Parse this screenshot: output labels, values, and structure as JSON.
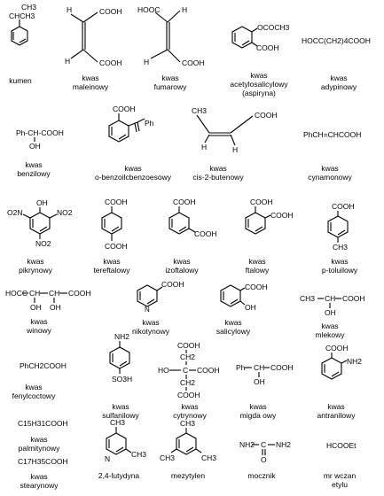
{
  "compounds": [
    {
      "key": "kumen",
      "name": [
        "kumen"
      ],
      "formula": [
        "CH3",
        "CHCH3"
      ]
    },
    {
      "key": "maleinowy",
      "name": [
        "kwas",
        "maleinowy"
      ],
      "formula": [
        "H",
        "COOH",
        "H",
        "COOH"
      ]
    },
    {
      "key": "fumarowy",
      "name": [
        "kwas",
        "fumarowy"
      ],
      "formula": [
        "HOOC",
        "H",
        "H",
        "COOH"
      ]
    },
    {
      "key": "aspiryna",
      "name": [
        "kwas",
        "acetylosalicylowy",
        "(aspiryna)"
      ],
      "formula": [
        "OCOCH3",
        "COOH"
      ]
    },
    {
      "key": "adypinowy",
      "name": [
        "kwas",
        "adypinowy"
      ],
      "formula": [
        "HOCC(CH2)4COOH"
      ]
    },
    {
      "key": "benzilowy",
      "name": [
        "kwas",
        "benzilowy"
      ],
      "formula": [
        "Ph-CH-COOH",
        "OH"
      ]
    },
    {
      "key": "benzoilobenzoesowy",
      "name": [
        "kwas",
        "o-benzoilcbenzoesowy"
      ],
      "formula": [
        "COOH",
        "Ph"
      ]
    },
    {
      "key": "butenowy",
      "name": [
        "kwas",
        "cis-2-butenowy"
      ],
      "formula": [
        "CH3",
        "COOH",
        "H",
        "H"
      ]
    },
    {
      "key": "cynamonowy",
      "name": [
        "kwas",
        "cynamonowy"
      ],
      "formula": [
        "PhCH=CHCOOH"
      ]
    },
    {
      "key": "pikrynowy",
      "name": [
        "kwas",
        "pikrynowy"
      ],
      "formula": [
        "OH",
        "O2N",
        "NO2",
        "NO2"
      ]
    },
    {
      "key": "tereftalowy",
      "name": [
        "kwas",
        "tereftalowy"
      ],
      "formula": [
        "COOH",
        "COOH"
      ]
    },
    {
      "key": "izoftalowy",
      "name": [
        "kwas",
        "izoftalowy"
      ],
      "formula": [
        "COOH",
        "COOH"
      ]
    },
    {
      "key": "ftalowy",
      "name": [
        "kwas",
        "ftalowy"
      ],
      "formula": [
        "COOH",
        "COOH"
      ]
    },
    {
      "key": "toluilowy",
      "name": [
        "kwas",
        "p-toluilowy"
      ],
      "formula": [
        "COOH",
        "CH3"
      ]
    },
    {
      "key": "winowy",
      "name": [
        "kwas",
        "winowy"
      ],
      "formula": [
        "HOCC",
        "CH",
        "CH",
        "COOH",
        "OH",
        "OH"
      ]
    },
    {
      "key": "nikotynowy",
      "name": [
        "kwas",
        "nikotynowy"
      ],
      "formula": [
        "COOH",
        "N"
      ]
    },
    {
      "key": "salicylowy",
      "name": [
        "kwas",
        "salicylowy"
      ],
      "formula": [
        "COOH",
        "OH"
      ]
    },
    {
      "key": "mlekowy",
      "name": [
        "kwas",
        "mlekowy"
      ],
      "formula": [
        "CH3",
        "CH",
        "COOH",
        "OH"
      ]
    },
    {
      "key": "fenylooctowy",
      "name": [
        "kwas",
        "fenylcoctowy"
      ],
      "formula": [
        "PhCH2COOH"
      ]
    },
    {
      "key": "sulfanilowy",
      "name": [
        "kwas",
        "sulfanilowy"
      ],
      "formula": [
        "NH2",
        "SO3H"
      ]
    },
    {
      "key": "cytrynowy",
      "name": [
        "kwas",
        "cytrynowy"
      ],
      "formula": [
        "COOH",
        "CH2",
        "HO",
        "C",
        "COOH",
        "CH2",
        "COOH"
      ]
    },
    {
      "key": "migdalowy",
      "name": [
        "kwas",
        "migda owy"
      ],
      "formula": [
        "Ph",
        "CH",
        "COOH",
        "OH"
      ]
    },
    {
      "key": "antranilowy",
      "name": [
        "kwas",
        "antranilowy"
      ],
      "formula": [
        "COOH",
        "NH2"
      ]
    },
    {
      "key": "palmitynowy",
      "name": [
        "kwas",
        "palmitynowy"
      ],
      "formula": [
        "C15H31COOH"
      ]
    },
    {
      "key": "stearynowy",
      "name": [
        "kwas",
        "stearynowy"
      ],
      "formula": [
        "C17H35COOH"
      ]
    },
    {
      "key": "lutydyna",
      "name": [
        "2,4-lutydyna"
      ],
      "formula": [
        "CH3",
        "N",
        "CH3"
      ]
    },
    {
      "key": "mezytylen",
      "name": [
        "mezytylen"
      ],
      "formula": [
        "CH3",
        "CH3",
        "CH3"
      ]
    },
    {
      "key": "mocznik",
      "name": [
        "mocznik"
      ],
      "formula": [
        "NH2",
        "C",
        "NH2",
        "O"
      ]
    },
    {
      "key": "mrowczan",
      "name": [
        "mr wczan",
        "etylu"
      ],
      "formula": [
        "HCOOEt"
      ]
    }
  ]
}
